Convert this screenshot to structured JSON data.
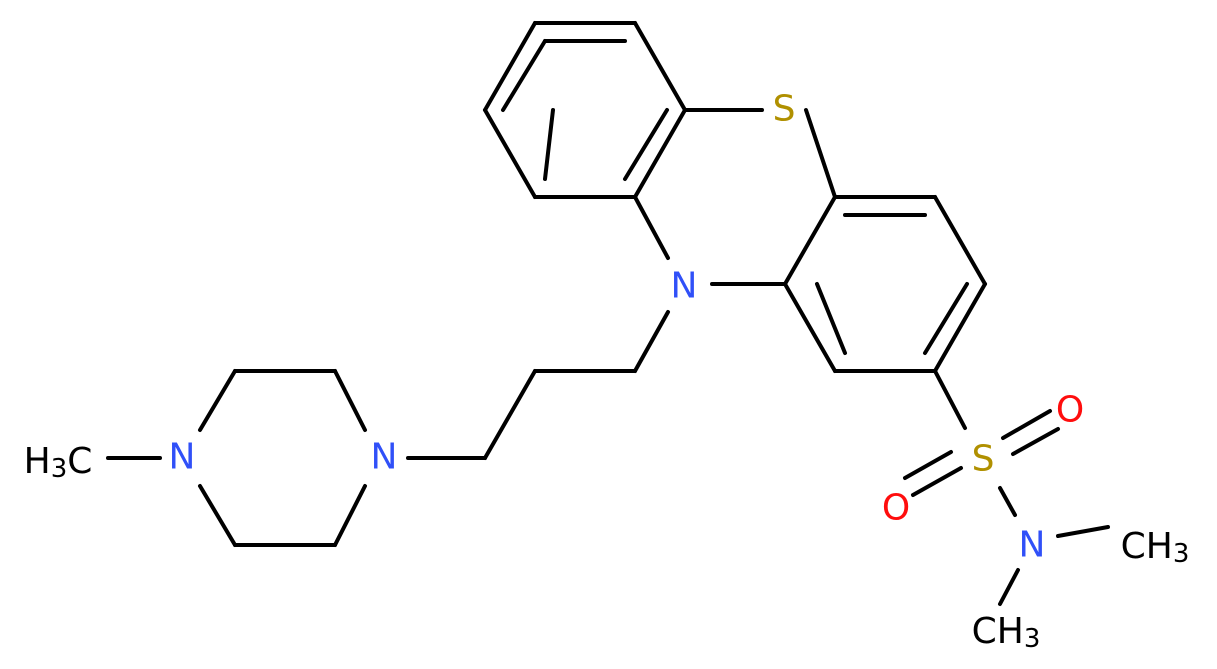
{
  "molecule": {
    "colors": {
      "bond": "#000000",
      "N": "#3050F8",
      "S": "#B09000",
      "O": "#FF0D0D",
      "C": "#000000"
    },
    "atoms": {
      "ring_S": {
        "element": "S",
        "text": "S"
      },
      "ring_N": {
        "element": "N",
        "text": "N"
      },
      "pip_N1": {
        "element": "N",
        "text": "N"
      },
      "pip_N4": {
        "element": "N",
        "text": "N"
      },
      "methyl_pip": {
        "element": "C",
        "text": "H",
        "sub": "3",
        "tail": "C"
      },
      "sulfonyl_S": {
        "element": "S",
        "text": "S"
      },
      "oxo_1": {
        "element": "O",
        "text": "O"
      },
      "oxo_2": {
        "element": "O",
        "text": "O"
      },
      "amide_N": {
        "element": "N",
        "text": "N"
      },
      "methyl_a": {
        "element": "C",
        "text": "CH",
        "sub": "3"
      },
      "methyl_b": {
        "element": "C",
        "text": "CH",
        "sub": "3"
      }
    }
  }
}
